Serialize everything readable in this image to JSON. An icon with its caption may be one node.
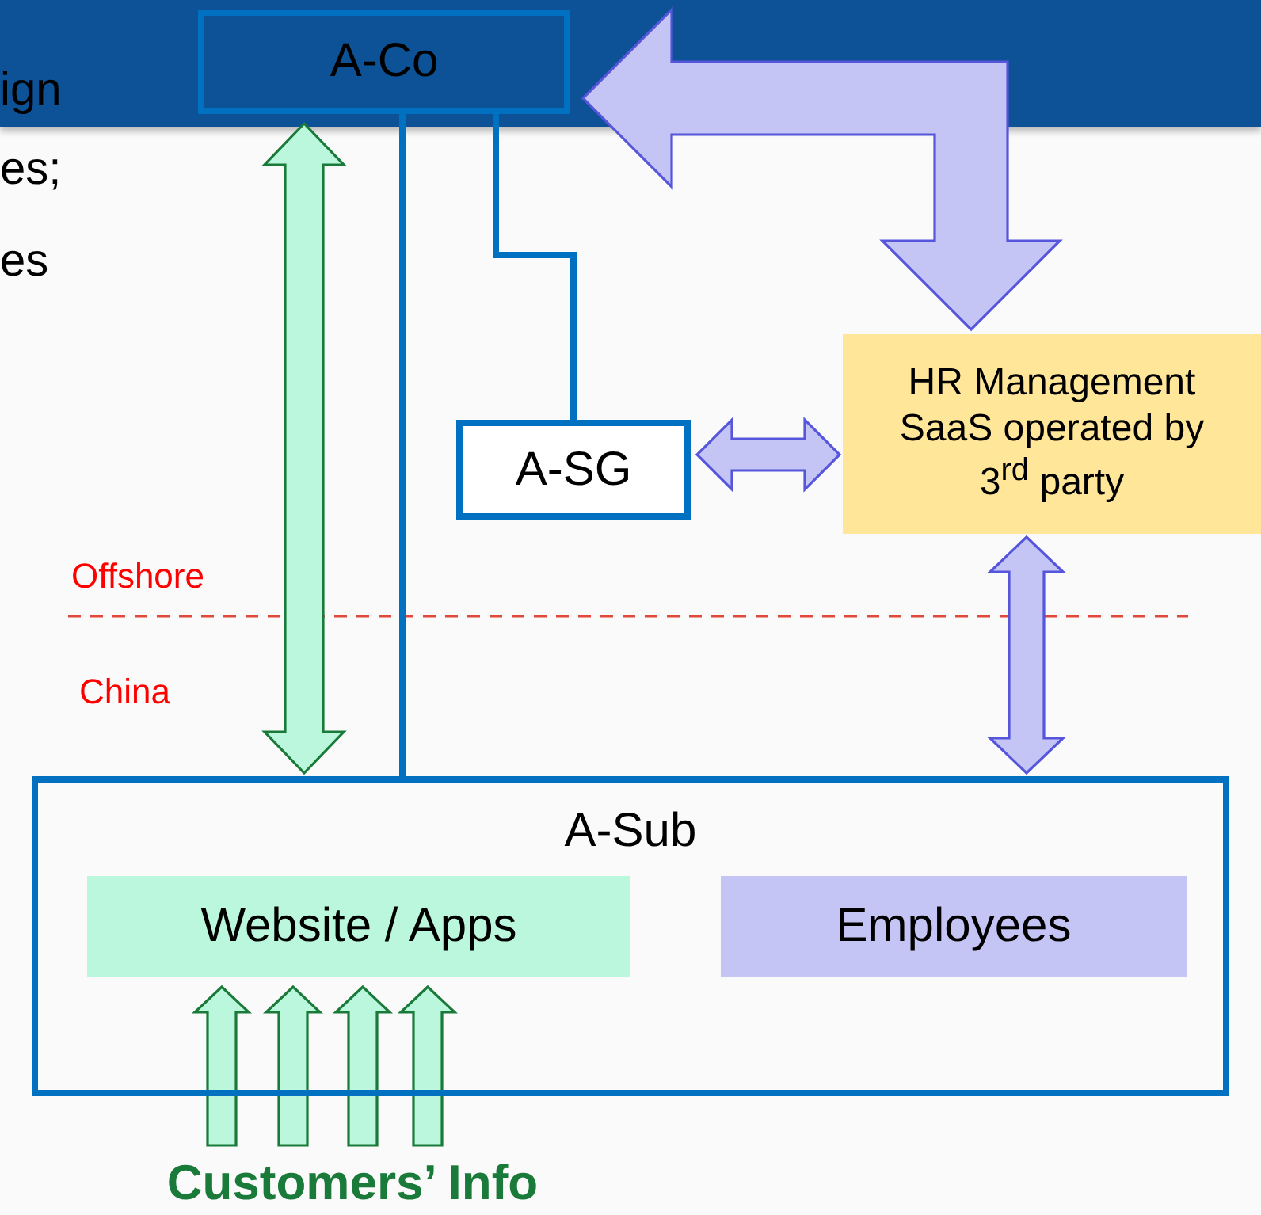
{
  "diagram": {
    "nodes": [
      {
        "text": [
          "A-Co"
        ]
      },
      {
        "text": [
          "A-SG"
        ]
      },
      {
        "text": [
          "HR Management SaaS operated by 3$^{rd}$ party"
        ]
      },
      {
        "text": [
          "A-Sub"
        ]
      },
      {
        "text": [
          "Website / Apps"
        ],
        "in": 3
      },
      {
        "text": [
          "Employees"
        ],
        "in": 3
      },
      {
        "text": [
          "Customers’ Info"
        ]
      }
    ],
    "edges": [
      {
        "from": 0,
        "to": 3,
        "arrow": "both"
      },
      {
        "from": 0,
        "to": 3,
        "arrow": "none",
        "color": "#0070c0"
      },
      {
        "from": 0,
        "to": 1,
        "arrow": "none",
        "color": "#0070c0"
      },
      {
        "from": 2,
        "to": 0,
        "arrow": "both",
        "color": "#c5c5f5"
      },
      {
        "from": 1,
        "to": 2,
        "arrow": "both",
        "color": "#c5c5f5"
      },
      {
        "from": 2,
        "to": 3,
        "arrow": "both",
        "color": "#c5c5f5"
      },
      {
        "from": 6,
        "to": 4,
        "arrow": "to"
      },
      {
        "from": 6,
        "to": 4,
        "arrow": "to"
      },
      {
        "from": 6,
        "to": 4,
        "arrow": "to"
      },
      {
        "from": 6,
        "to": 4,
        "arrow": "to"
      }
    ],
    "labels": [
      "ign",
      "es;",
      "es",
      "Offshore",
      "China"
    ]
  }
}
